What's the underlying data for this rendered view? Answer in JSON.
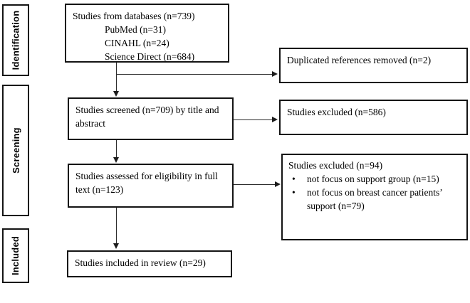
{
  "colors": {
    "ink": "#000000",
    "background": "#ffffff"
  },
  "glyphs": {
    "bullet": "•"
  },
  "sidebar": {
    "items": [
      {
        "label": "Identification"
      },
      {
        "label": "Screening"
      },
      {
        "label": "Included"
      }
    ]
  },
  "flow": {
    "databases": {
      "title": "Studies from databases (n=739)",
      "sources": [
        "PubMed (n=31)",
        "CINAHL (n=24)",
        "Science Direct (n=684)"
      ]
    },
    "screened": {
      "label": "Studies screened (n=709) by title and abstract"
    },
    "eligibility": {
      "label": "Studies assessed for eligibility in full text (n=123)"
    },
    "included": {
      "label": "Studies included in review (n=29)"
    }
  },
  "exclusions": {
    "duplicates": {
      "label": "Duplicated references removed (n=2)"
    },
    "title_abstract": {
      "label": "Studies excluded (n=586)"
    },
    "full_text": {
      "title": "Studies excluded (n=94)",
      "reasons": [
        "not focus on support group (n=15)",
        "not focus on breast cancer patients’ support (n=79)"
      ]
    }
  }
}
